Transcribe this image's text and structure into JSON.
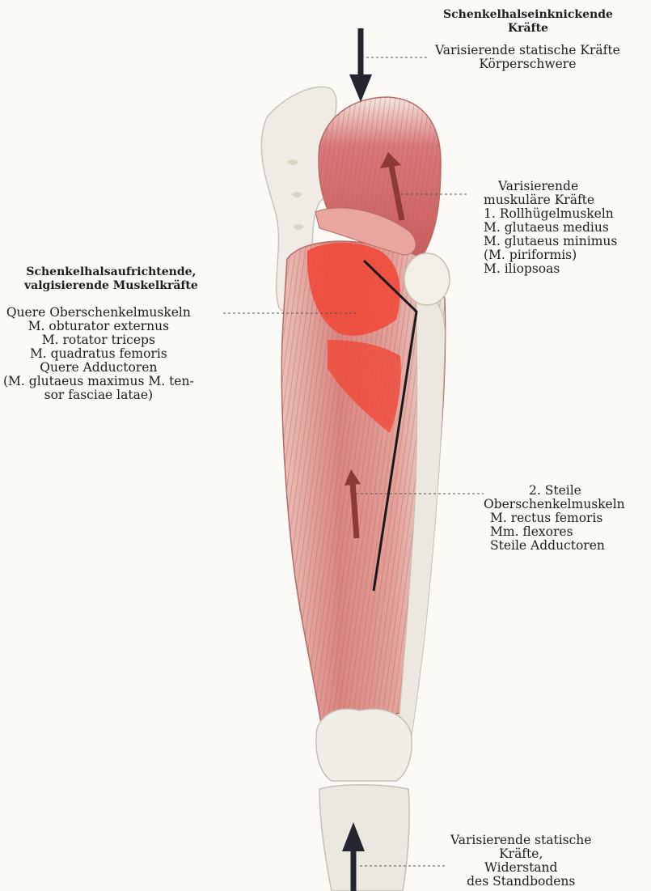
{
  "figure": {
    "top_heading": [
      "Schenkelhalseinknickende",
      "Kräfte"
    ],
    "top_static": [
      "Varisierende statische Kräfte",
      "Körperschwere"
    ],
    "muscular_varus": [
      "Varisierende",
      "muskuläre Kräfte",
      "1. Rollhügelmuskeln",
      "M. glutaeus medius",
      "M. glutaeus minimus",
      "(M. piriformis)",
      "M. iliopsoas"
    ],
    "left_heading": [
      "Schenkelhalsaufrichtende,",
      "valgisierende Muskelkräfte"
    ],
    "left_list": [
      "Quere Oberschenkelmuskeln",
      "M. obturator externus",
      "M. rotator triceps",
      "M. quadratus femoris",
      "Quere Adductoren",
      "(M. glutaeus maximus M. ten-",
      "sor fasciae latae)"
    ],
    "steep_muscles": [
      "2. Steile",
      "Oberschenkelmuskeln",
      "M. rectus femoris",
      "Mm. flexores",
      "Steile Adductoren"
    ],
    "bottom_static": [
      "Varisierende statische",
      "Kräfte,",
      "Widerstand",
      "des Standbodens"
    ]
  },
  "colors": {
    "muscle": "#d9797a",
    "muscle_light": "#ecb2ae",
    "highlight_red": "#ef4c3c",
    "bone": "#efece6",
    "arrow": "#23262e",
    "red_arrow": "#8c3a33"
  }
}
